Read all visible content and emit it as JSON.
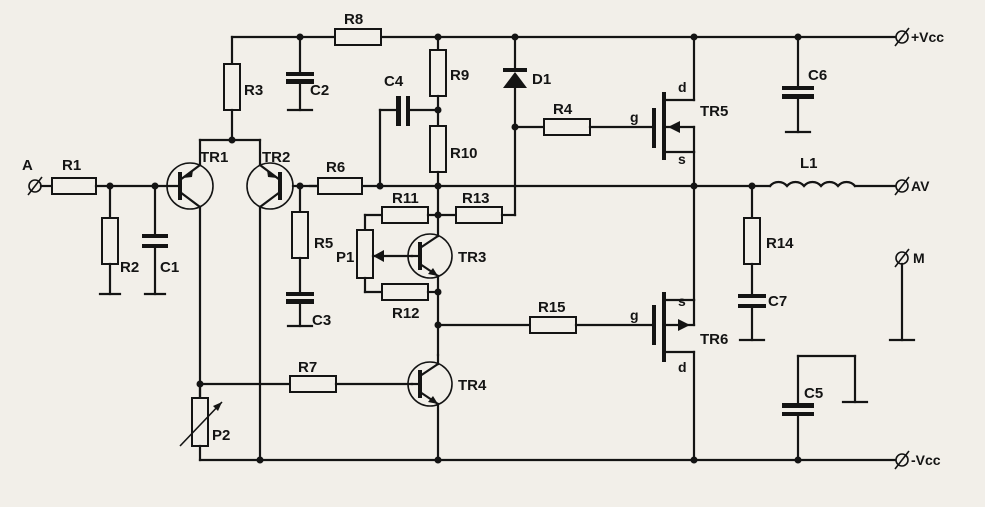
{
  "labels": {
    "A": "A",
    "R1": "R1",
    "R2": "R2",
    "C1": "C1",
    "TR1": "TR1",
    "TR2": "TR2",
    "R3": "R3",
    "R8": "R8",
    "C2": "C2",
    "R6": "R6",
    "R5": "R5",
    "C3": "C3",
    "C4": "C4",
    "R9": "R9",
    "R10": "R10",
    "D1": "D1",
    "R4": "R4",
    "R11": "R11",
    "R13": "R13",
    "P1": "P1",
    "TR3": "TR3",
    "R12": "R12",
    "R15": "R15",
    "R7": "R7",
    "TR4": "TR4",
    "P2": "P2",
    "TR5": "TR5",
    "TR6": "TR6",
    "C6": "C6",
    "L1": "L1",
    "R14": "R14",
    "C7": "C7",
    "M": "M",
    "C5": "C5"
  },
  "pins": {
    "d_top": "d",
    "s_top": "s",
    "g_top": "g",
    "s_bot": "s",
    "d_bot": "d",
    "g_bot": "g"
  },
  "terminals": {
    "vcc_pos": "+Vcc",
    "av": "AV",
    "m": "M",
    "vcc_neg": "-Vcc"
  },
  "colors": {
    "ink": "#141414",
    "paper": "#f2efe9"
  }
}
